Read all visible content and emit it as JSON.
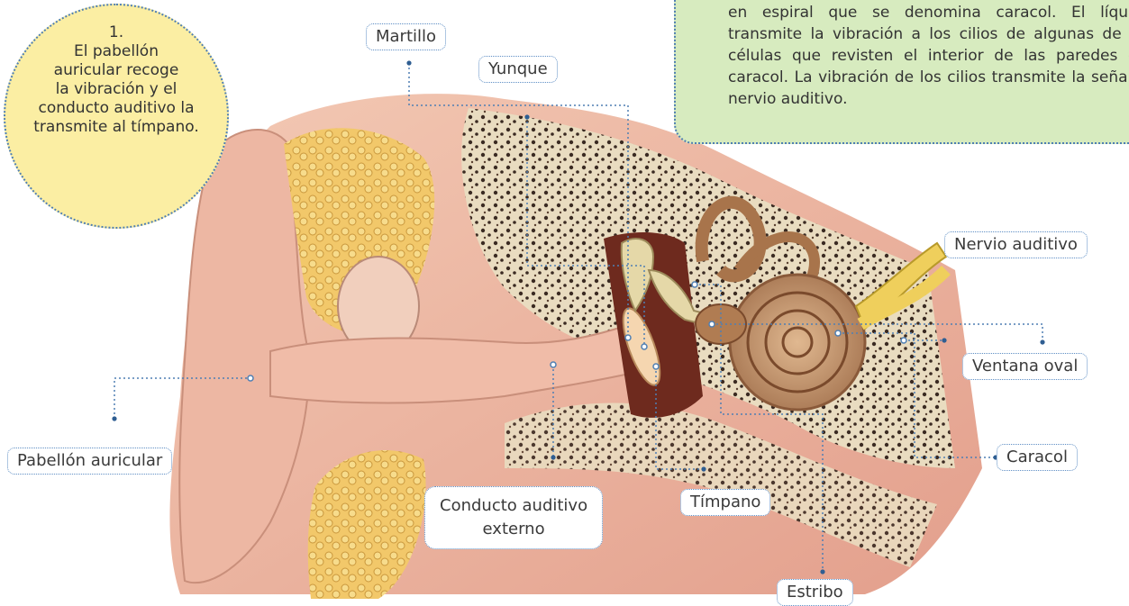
{
  "callout_1": {
    "number": "1.",
    "text": "El pabellón\nauricular recoge\nla vibración y el\nconducto auditivo la\ntransmite al tímpano."
  },
  "callout_3": {
    "text": "en espiral que se denomina caracol. El líquido transmite la vibración a los cilios de algunas de las células que revisten el interior de las paredes del caracol. La vibración de los cilios transmite la señal al nervio auditivo."
  },
  "labels": {
    "martillo": "Martillo",
    "yunque": "Yunque",
    "nervio_auditivo": "Nervio auditivo",
    "ventana_oval": "Ventana oval",
    "caracol": "Caracol",
    "pabellon_auricular": "Pabellón auricular",
    "conducto_auditivo_externo": "Conducto auditivo\nexterno",
    "timpano": "Tímpano",
    "estribo": "Estribo"
  },
  "colors": {
    "callout_circle_fill": "#fbeea3",
    "callout_box_fill": "#d7ebbf",
    "leader_line": "#4f7fb3"
  }
}
